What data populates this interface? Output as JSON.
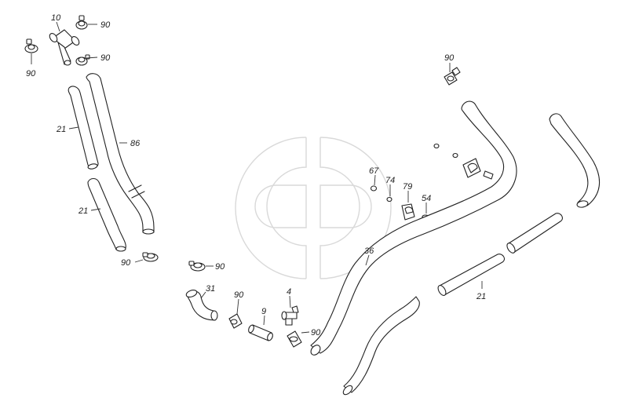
{
  "labels": {
    "l10": "10",
    "l90_top": "90",
    "l90_left": "90",
    "l90_clamp": "90",
    "l21_a": "21",
    "l86": "86",
    "l21_b": "21",
    "l90_low_left": "90",
    "l90_mid": "90",
    "l31": "31",
    "l90_small": "90",
    "l9": "9",
    "l4": "4",
    "l90_fitting": "90",
    "l67": "67",
    "l74": "74",
    "l79": "79",
    "l54": "54",
    "l36": "36",
    "l90_right": "90",
    "l21_right": "21"
  }
}
